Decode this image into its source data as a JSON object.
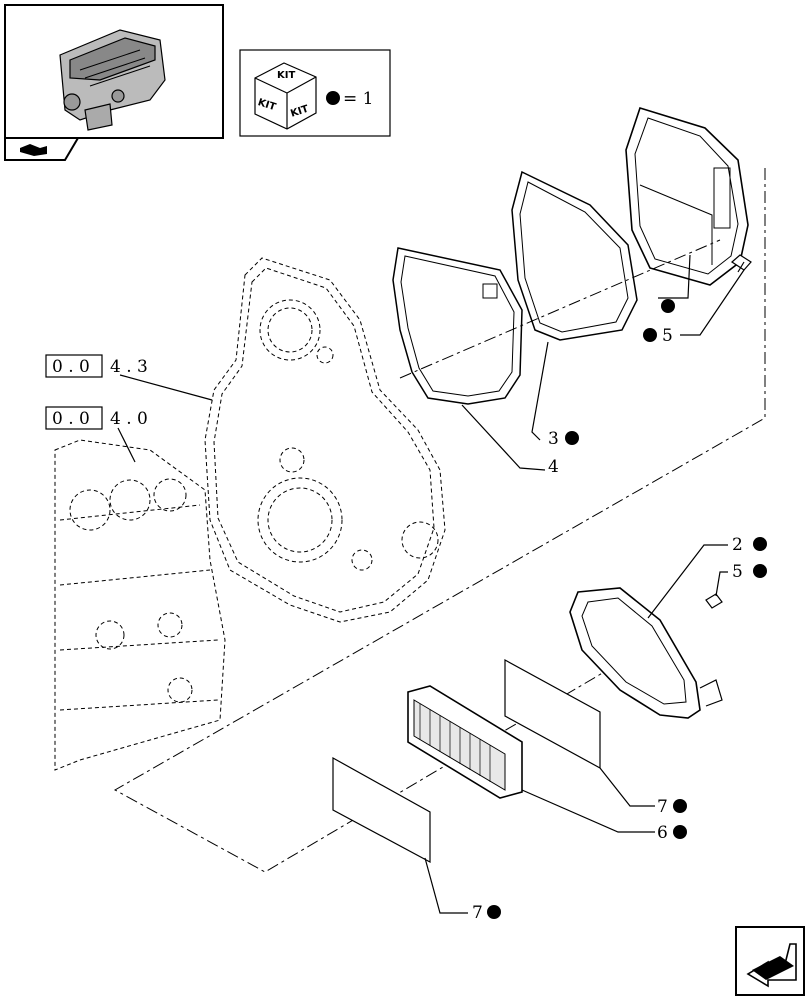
{
  "kit_legend": {
    "kit_text": "KIT",
    "equals": "= 1"
  },
  "references": [
    {
      "box": "0 . 0",
      "rest": "4 . 3"
    },
    {
      "box": "0 . 0",
      "rest": "4 . 0"
    }
  ],
  "callouts": {
    "c2": "2",
    "c3": "3",
    "c4": "4",
    "c5a": "5",
    "c5b": "5",
    "c6": "6",
    "c7a": "7",
    "c7b": "7"
  },
  "colors": {
    "line": "#000000",
    "background": "#ffffff"
  }
}
